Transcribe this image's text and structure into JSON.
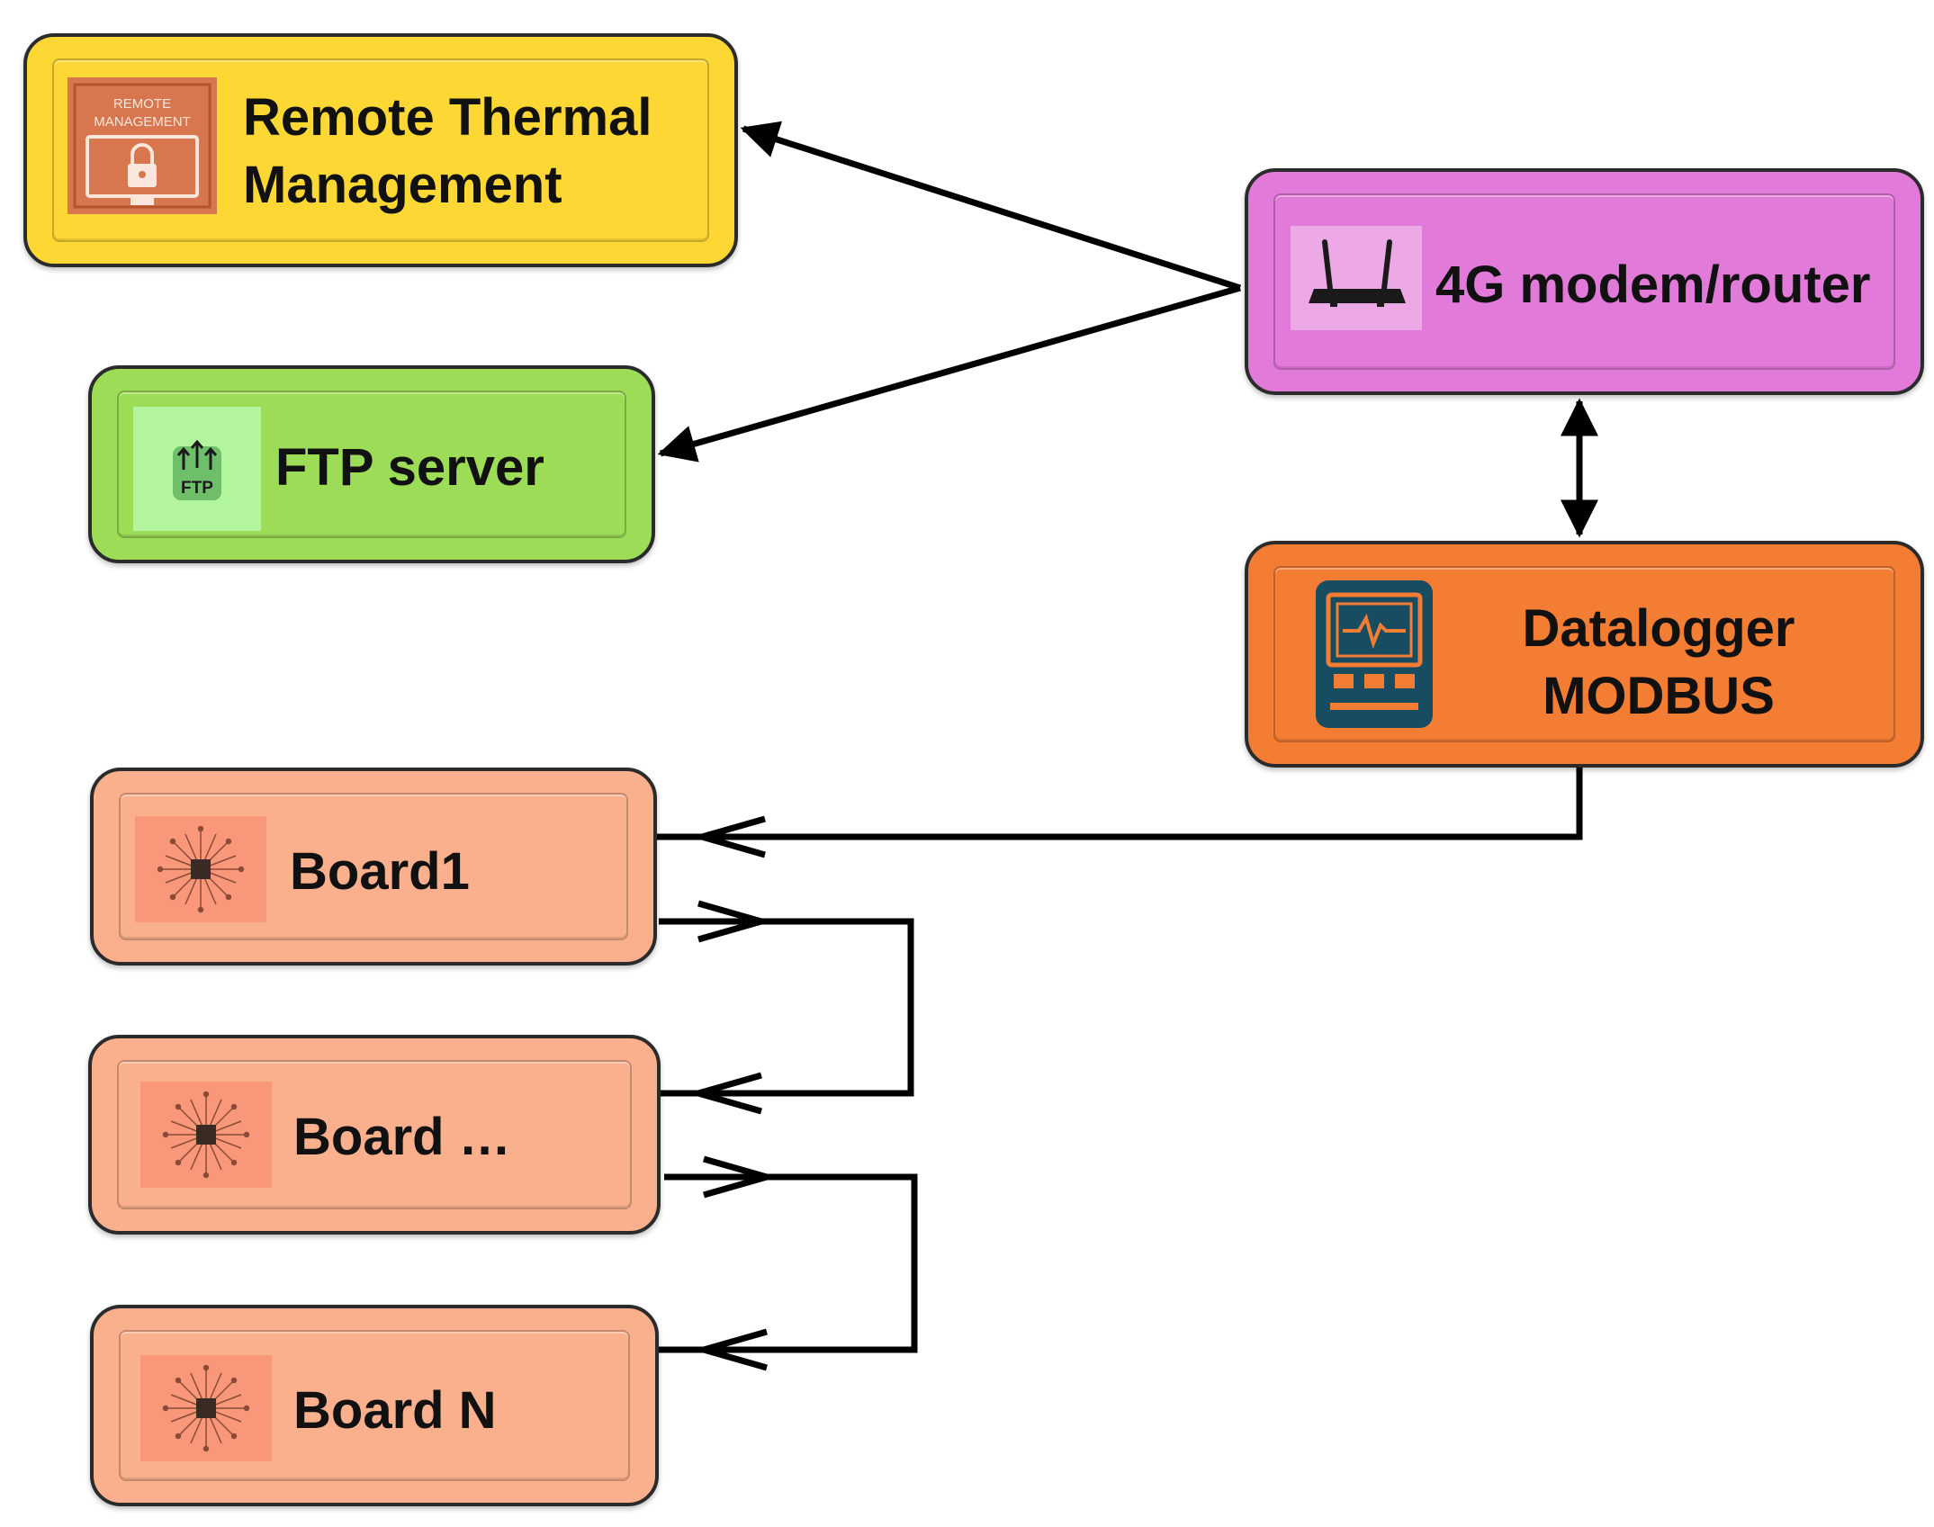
{
  "nodes": {
    "remote": {
      "line1": "Remote Thermal",
      "line2": "Management",
      "icon_text1": "REMOTE",
      "icon_text2": "MANAGEMENT",
      "icon": "lock-monitor-icon",
      "color": "#FDD835"
    },
    "ftp": {
      "label": "FTP server",
      "icon_text": "FTP",
      "icon": "ftp-upload-icon",
      "color": "#9DDC56"
    },
    "modem": {
      "label": "4G modem/router",
      "icon": "router-icon",
      "color": "#E17AD8"
    },
    "datalogger": {
      "line1": "Datalogger",
      "line2": "MODBUS",
      "icon": "datalogger-icon",
      "color": "#F37D33"
    },
    "board1": {
      "label": "Board1",
      "icon": "chip-icon",
      "color": "#FBB08D"
    },
    "board_mid": {
      "label": "Board …",
      "icon": "chip-icon",
      "color": "#FBB08D"
    },
    "board_n": {
      "label": "Board N",
      "icon": "chip-icon",
      "color": "#FBB08D"
    }
  },
  "connections": [
    {
      "from": "modem",
      "to": "remote",
      "type": "arrow"
    },
    {
      "from": "modem",
      "to": "ftp",
      "type": "arrow"
    },
    {
      "from": "modem",
      "to": "datalogger",
      "type": "bidirectional"
    },
    {
      "from": "datalogger",
      "to": "board1",
      "type": "arrow"
    },
    {
      "from": "board1",
      "to": "board_mid",
      "type": "arrow"
    },
    {
      "from": "board_mid",
      "to": "board_n",
      "type": "arrow"
    }
  ]
}
